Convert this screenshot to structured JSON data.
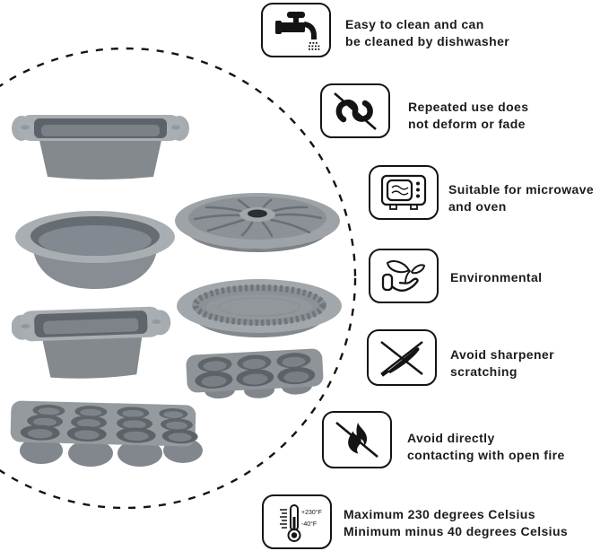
{
  "colors": {
    "background": "#ffffff",
    "line_art": "#141414",
    "text": "#1c1c1c",
    "pan_light": "#a9aeb2",
    "pan_mid": "#8d9297",
    "pan_dark": "#60666c"
  },
  "features": [
    {
      "icon": "faucet-icon",
      "lines": [
        "Easy to clean and can",
        "be cleaned by dishwasher"
      ]
    },
    {
      "icon": "no-deform-icon",
      "lines": [
        "Repeated use does",
        "not deform or fade"
      ]
    },
    {
      "icon": "microwave-icon",
      "lines": [
        "Suitable for microwave",
        "and oven"
      ]
    },
    {
      "icon": "eco-hand-icon",
      "lines": [
        "Environmental"
      ]
    },
    {
      "icon": "no-knife-icon",
      "lines": [
        "Avoid sharpener",
        "scratching"
      ]
    },
    {
      "icon": "no-fire-icon",
      "lines": [
        "Avoid directly",
        "contacting with open fire"
      ]
    },
    {
      "icon": "thermometer-icon",
      "lines": [
        "Maximum 230 degrees Celsius",
        "Minimum minus 40 degrees Celsius"
      ],
      "max_label": "+230°F",
      "min_label": "-40°F"
    }
  ]
}
